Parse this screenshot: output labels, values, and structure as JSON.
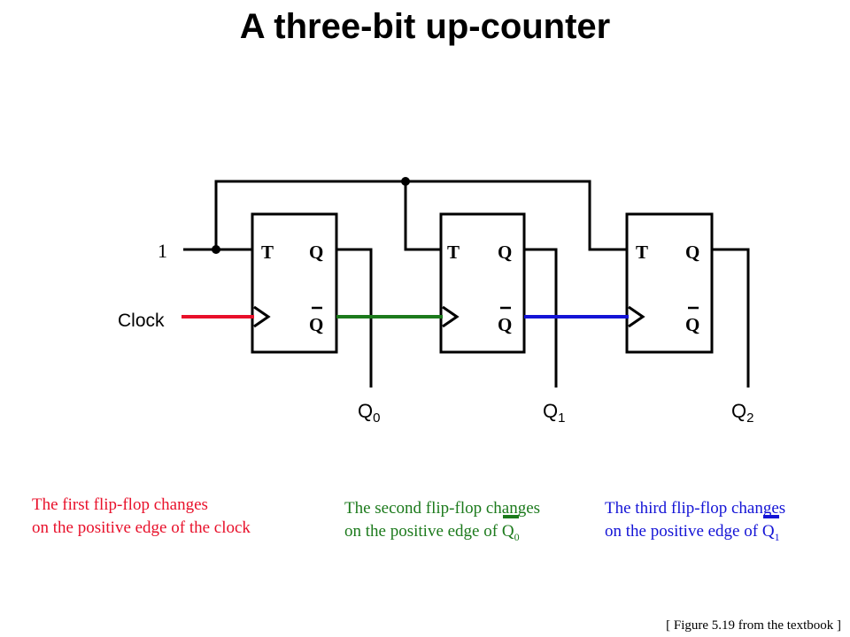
{
  "title": "A three-bit up-counter",
  "input_label": "1",
  "clock_label": "Clock",
  "flipflops": [
    {
      "t_label": "T",
      "q_label": "Q",
      "qbar_label": "Q",
      "output": "Q",
      "output_sub": "0"
    },
    {
      "t_label": "T",
      "q_label": "Q",
      "qbar_label": "Q",
      "output": "Q",
      "output_sub": "1"
    },
    {
      "t_label": "T",
      "q_label": "Q",
      "qbar_label": "Q",
      "output": "Q",
      "output_sub": "2"
    }
  ],
  "notes": {
    "first": {
      "line1": "The first flip-flop changes",
      "line2": "on the positive edge of the clock"
    },
    "second": {
      "line1": "The second flip-flop changes",
      "line2_prefix": "on the positive edge of ",
      "symbol": "Q",
      "sub": "0"
    },
    "third": {
      "line1": "The third flip-flop changes",
      "line2_prefix": "on the positive edge of ",
      "symbol": "Q",
      "sub": "1"
    }
  },
  "caption": "[ Figure 5.19 from the textbook ]",
  "colors": {
    "clock_wire": "#e8102a",
    "q0bar_wire": "#1c7a1c",
    "q1bar_wire": "#1414d6"
  }
}
